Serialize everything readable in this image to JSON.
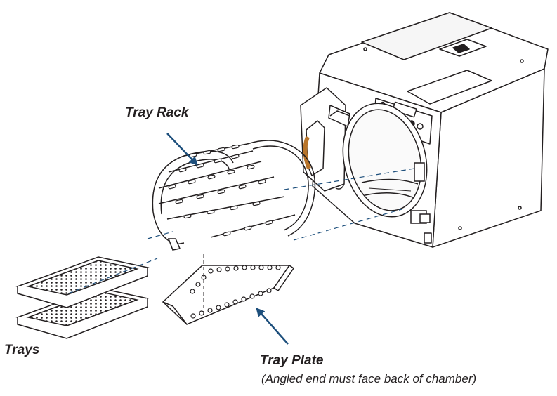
{
  "labels": {
    "tray_rack": "Tray Rack",
    "trays": "Trays",
    "tray_plate": "Tray Plate",
    "tray_plate_note": "(Angled end must face back of chamber)"
  },
  "colors": {
    "line": "#231f20",
    "arrow": "#1d4f7c",
    "guide_dashes": "#1d4f7c",
    "gasket": "#b8742a"
  }
}
